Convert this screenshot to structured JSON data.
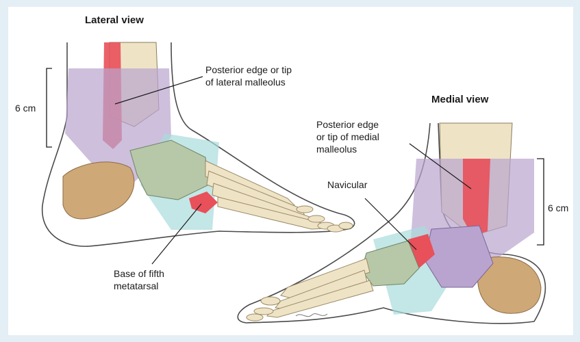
{
  "lateral_view": {
    "title": "Lateral view",
    "measure": "6 cm",
    "labels": {
      "malleolus_1": "Posterior edge or tip",
      "malleolus_2": "of lateral malleolus",
      "metatarsal_1": "Base of fifth",
      "metatarsal_2": "metatarsal"
    }
  },
  "medial_view": {
    "title": "Medial view",
    "measure": "6 cm",
    "labels": {
      "malleolus_1": "Posterior edge",
      "malleolus_2": "or tip of medial",
      "malleolus_3": "malleolus",
      "navicular": "Navicular"
    }
  },
  "colors": {
    "zone_purple": "#b9a4cf",
    "zone_teal": "#a9dcdc",
    "highlight_red": "#e8505a",
    "bone_green": "#b6c8a8",
    "bone_cream": "#efe3c6",
    "heel_tan": "#cfa878",
    "background": "#e4eef5"
  },
  "icons": {
    "signature": "artist-signature"
  }
}
